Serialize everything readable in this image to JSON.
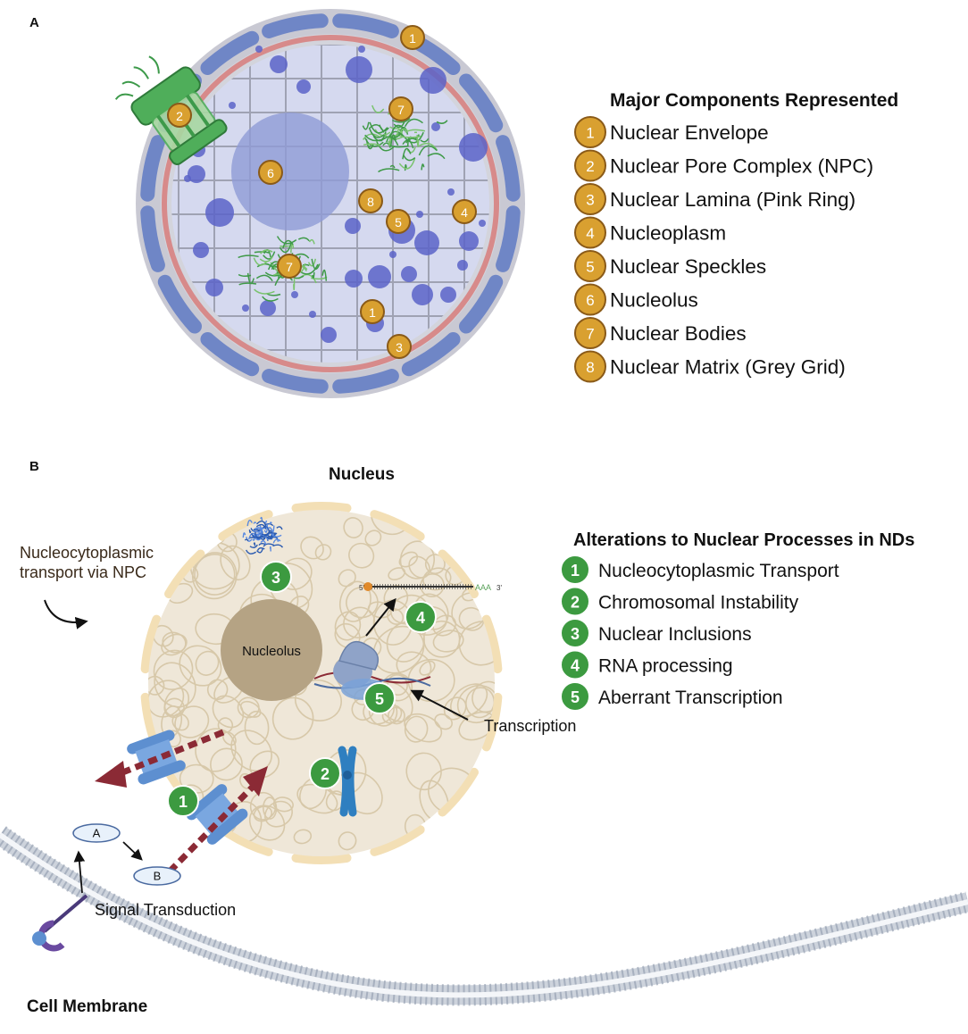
{
  "panel_a": {
    "letter": "A",
    "legend_title": "Major Components Represented",
    "legend": [
      {
        "num": "1",
        "label": "Nuclear Envelope"
      },
      {
        "num": "2",
        "label": "Nuclear Pore Complex (NPC)"
      },
      {
        "num": "3",
        "label": "Nuclear Lamina (Pink Ring)"
      },
      {
        "num": "4",
        "label": "Nucleoplasm"
      },
      {
        "num": "5",
        "label": "Nuclear Speckles"
      },
      {
        "num": "6",
        "label": "Nucleolus"
      },
      {
        "num": "7",
        "label": "Nuclear Bodies"
      },
      {
        "num": "8",
        "label": "Nuclear Matrix (Grey Grid)"
      }
    ],
    "badges": {
      "b1a": "1",
      "b1b": "1",
      "b2": "2",
      "b3": "3",
      "b4": "4",
      "b5": "5",
      "b6": "6",
      "b7a": "7",
      "b7b": "7",
      "b8": "8"
    }
  },
  "panel_b": {
    "letter": "B",
    "nucleus_label": "Nucleus",
    "legend_title": "Alterations to Nuclear Processes in NDs",
    "legend": [
      {
        "num": "1",
        "label": "Nucleocytoplasmic Transport"
      },
      {
        "num": "2",
        "label": "Chromosomal Instability"
      },
      {
        "num": "3",
        "label": "Nuclear Inclusions"
      },
      {
        "num": "4",
        "label": "RNA processing"
      },
      {
        "num": "5",
        "label": "Aberrant Transcription"
      }
    ],
    "transport_label_line1": "Nucleocytoplasmic",
    "transport_label_line2": "transport via NPC",
    "nucleolus_label": "Nucleolus",
    "transcription_label": "Transcription",
    "signal_label": "Signal Transduction",
    "membrane_label": "Cell Membrane",
    "molecule_a": "A",
    "molecule_b": "B",
    "rna_five_prime": "5'",
    "rna_three_prime": "3'",
    "rna_tail": "AAA",
    "badges": {
      "b1": "1",
      "b2": "2",
      "b3": "3",
      "b4": "4",
      "b5": "5"
    }
  },
  "colors": {
    "badge_gold": "#d9a030",
    "badge_gold_edge": "#8a5a18",
    "badge_green": "#3c9a40",
    "envelope_blue": "#6f86c6",
    "lamina_pink": "#d78a8a",
    "nucleoplasm": "#d5d9ef",
    "speckle_blue": "#5a63c8",
    "nucleus_b_fill": "#efe7d8",
    "envelope_tan": "#f3dfb5",
    "nucleolus_brown": "#b5a384",
    "arrow_red": "#8b2a35",
    "npc_blue": "#5d8fd0"
  }
}
